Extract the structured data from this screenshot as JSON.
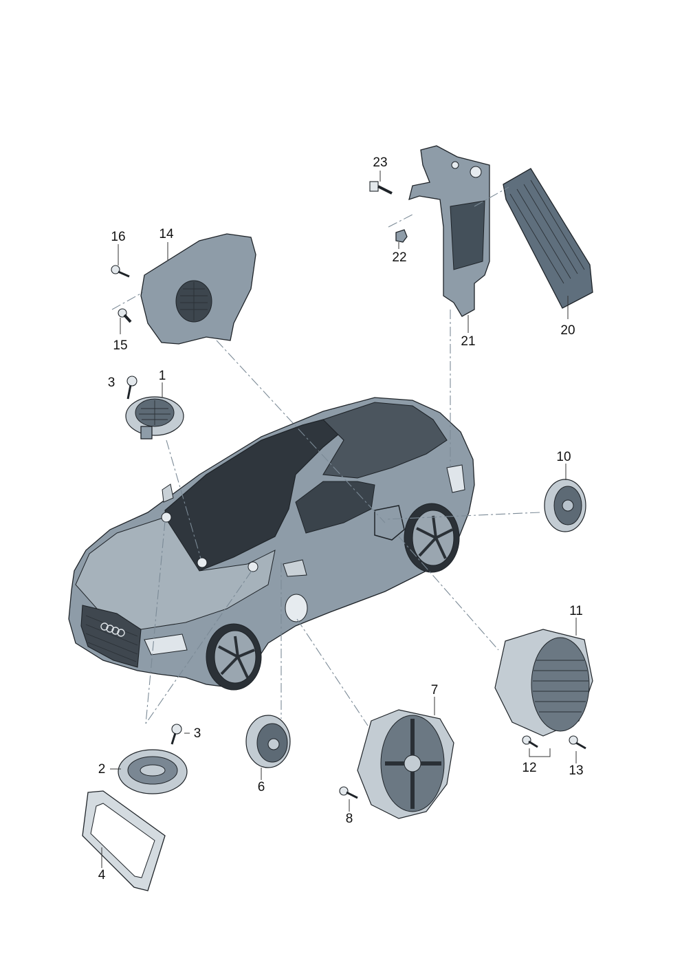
{
  "colors": {
    "car_body": "#8d9aa5",
    "car_glass": "#2f363d",
    "part_dark": "#5f6f7d",
    "part_light": "#c3ccd3",
    "leader_dash": "#7b8a96"
  },
  "callouts": [
    {
      "id": "1",
      "label": "1"
    },
    {
      "id": "2",
      "label": "2"
    },
    {
      "id": "3a",
      "label": "3"
    },
    {
      "id": "3b",
      "label": "3"
    },
    {
      "id": "4",
      "label": "4"
    },
    {
      "id": "6",
      "label": "6"
    },
    {
      "id": "7",
      "label": "7"
    },
    {
      "id": "8",
      "label": "8"
    },
    {
      "id": "10",
      "label": "10"
    },
    {
      "id": "11",
      "label": "11"
    },
    {
      "id": "12",
      "label": "12"
    },
    {
      "id": "13",
      "label": "13"
    },
    {
      "id": "14",
      "label": "14"
    },
    {
      "id": "15",
      "label": "15"
    },
    {
      "id": "16",
      "label": "16"
    },
    {
      "id": "20",
      "label": "20"
    },
    {
      "id": "21",
      "label": "21"
    },
    {
      "id": "22",
      "label": "22"
    },
    {
      "id": "23",
      "label": "23"
    }
  ]
}
